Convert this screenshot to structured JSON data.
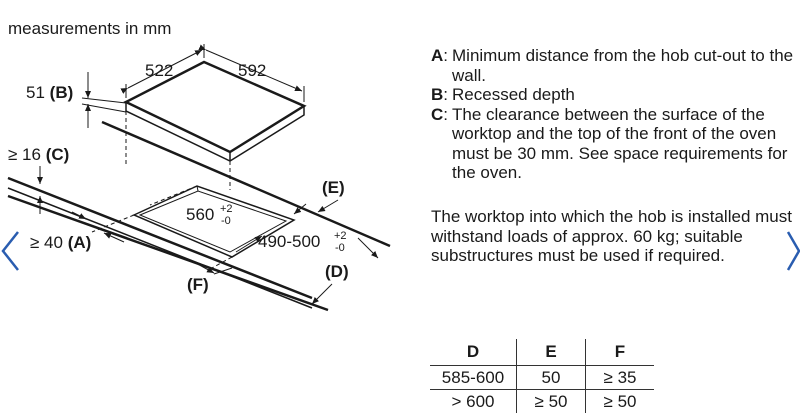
{
  "header": {
    "units": "measurements in mm"
  },
  "diagram": {
    "dim_width": "592",
    "dim_depth": "522",
    "recess_value": "51",
    "recess_key": "(B)",
    "clearance_prefix": "≥ 16",
    "clearance_key": "(C)",
    "wall_prefix": "≥ 40",
    "wall_key": "(A)",
    "cutout_width": "560",
    "cutout_width_tol_upper": "+2",
    "cutout_width_tol_lower": "-0",
    "cutout_depth": "490-500",
    "cutout_depth_tol_upper": "+2",
    "cutout_depth_tol_lower": "-0",
    "label_e": "(E)",
    "label_d": "(D)",
    "label_f": "(F)"
  },
  "legend": [
    {
      "key": "A",
      "text": "Minimum distance from the hob cut-out to the wall."
    },
    {
      "key": "B",
      "text": "Recessed depth"
    },
    {
      "key": "C",
      "text": "The clearance between the surface of the worktop and the top of the front of the oven must be 30 mm. See space requirements for the oven."
    }
  ],
  "note": "The worktop into which the hob is installed must withstand loads of approx. 60 kg; suitable substructures must be used if required.",
  "table": {
    "headers": [
      "D",
      "E",
      "F"
    ],
    "rows": [
      [
        "585-600",
        "50",
        "≥ 35"
      ],
      [
        "> 600",
        "≥ 50",
        "≥ 50"
      ]
    ]
  },
  "nav": {
    "prev_icon": "chevron-left-icon",
    "next_icon": "chevron-right-icon",
    "accent": "#2a5db0"
  }
}
